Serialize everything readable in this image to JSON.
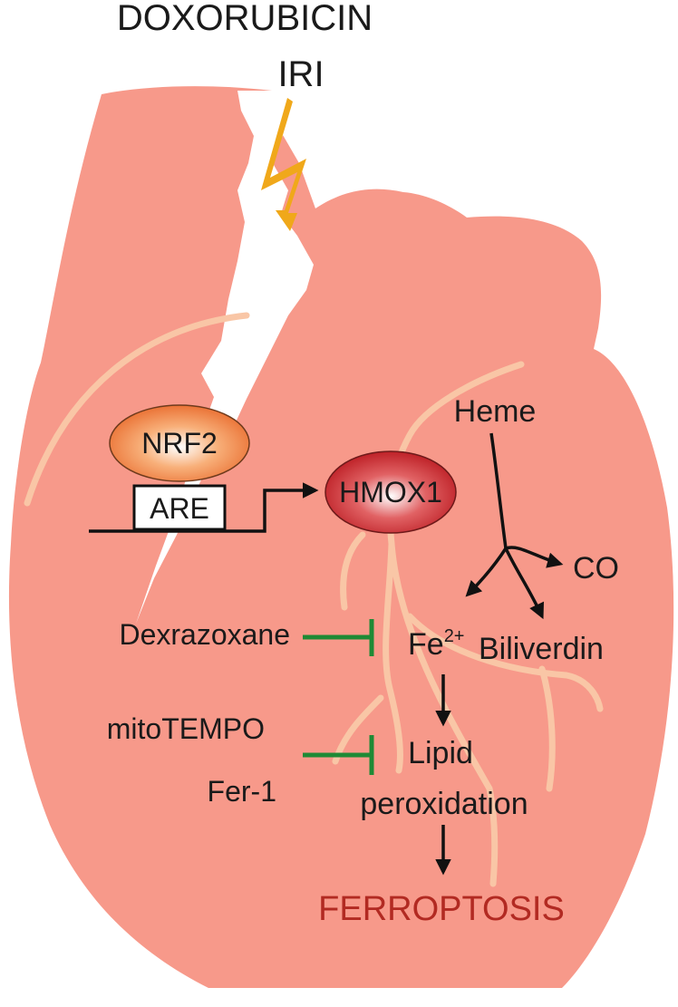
{
  "trigger": {
    "line1": "DOXORUBICIN",
    "line2": "IRI"
  },
  "nodes": {
    "nrf2": "NRF2",
    "are": "ARE",
    "hmox1": "HMOX1",
    "heme": "Heme",
    "co": "CO",
    "fe_base": "Fe",
    "fe_sup": "2+",
    "biliverdin": "Biliverdin",
    "lipid_line1": "Lipid",
    "lipid_line2": "peroxidation",
    "ferroptosis": "FERROPTOSIS"
  },
  "inhibitors": {
    "dexrazoxane": "Dexrazoxane",
    "mitotempo": "mitoTEMPO",
    "fer1": "Fer-1"
  },
  "colors": {
    "heart": "#f7998a",
    "vessel": "#f9c6a6",
    "lightning": "#f0a81a",
    "inhibit": "#1f8a35",
    "ferroptosis": "#b22a22",
    "nrf2": "#f0793e",
    "hmox1": "#c8272c"
  }
}
